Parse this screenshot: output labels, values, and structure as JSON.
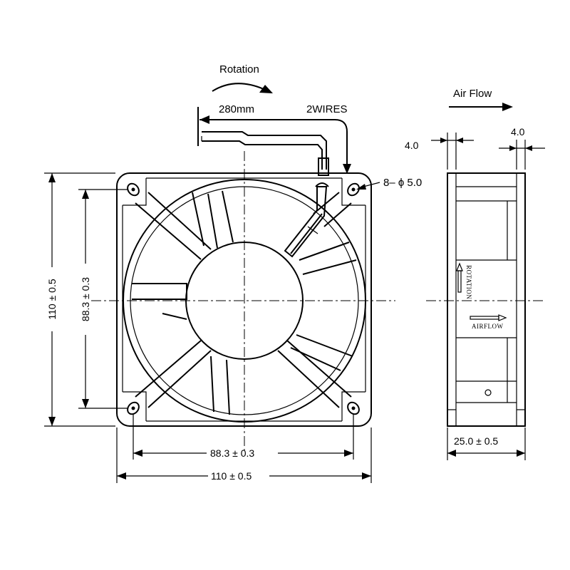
{
  "labels": {
    "rotation": "Rotation",
    "cable_length": "280mm",
    "wires": "2WIRES",
    "air_flow": "Air Flow",
    "mount_holes": "8– ϕ 5.0",
    "flange_left": "4.0",
    "flange_right": "4.0",
    "frame_width": "110 ± 0.5",
    "hole_pitch_width": "88.3 ± 0.3",
    "frame_height": "110 ± 0.5",
    "hole_pitch_height": "88.3 ± 0.3",
    "depth": "25.0 ± 0.5",
    "side_rotation": "ROTATION",
    "side_airflow": "AIRFLOW"
  },
  "colors": {
    "line": "#000000",
    "background": "#ffffff"
  }
}
